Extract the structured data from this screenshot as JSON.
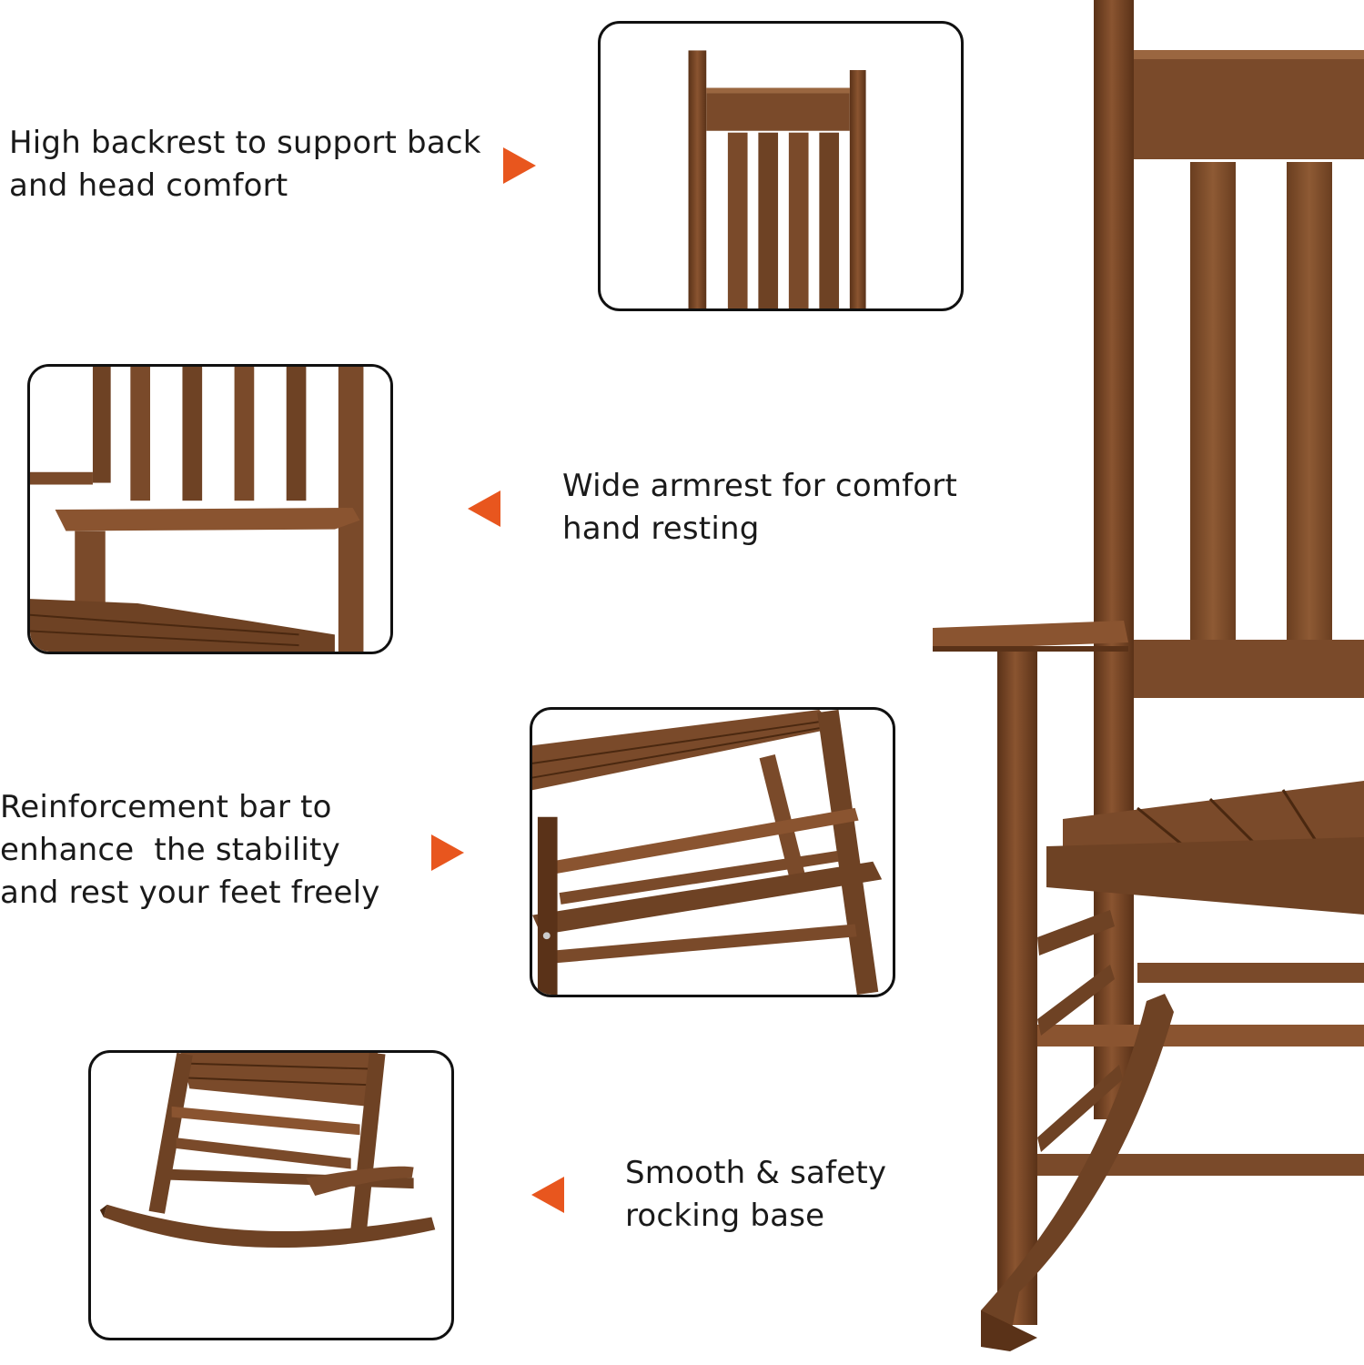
{
  "features": [
    {
      "id": "backrest",
      "text": "High backrest to support back\nand head comfort",
      "arrow": "right"
    },
    {
      "id": "armrest",
      "text": "Wide armrest for comfort\nhand resting",
      "arrow": "left"
    },
    {
      "id": "reinforcement",
      "text": "Reinforcement bar to\nenhance  the stability\nand rest your feet freely",
      "arrow": "right"
    },
    {
      "id": "rocking",
      "text": "Smooth & safety\nrocking base",
      "arrow": "left"
    }
  ],
  "colors": {
    "accent": "#e8561e",
    "wood": "#7a4a2a",
    "wood_dark": "#5a3218",
    "wood_light": "#9a6640",
    "frame_border": "#111111"
  },
  "icons": {
    "arrow_right": "triangle-right-icon",
    "arrow_left": "triangle-left-icon"
  }
}
